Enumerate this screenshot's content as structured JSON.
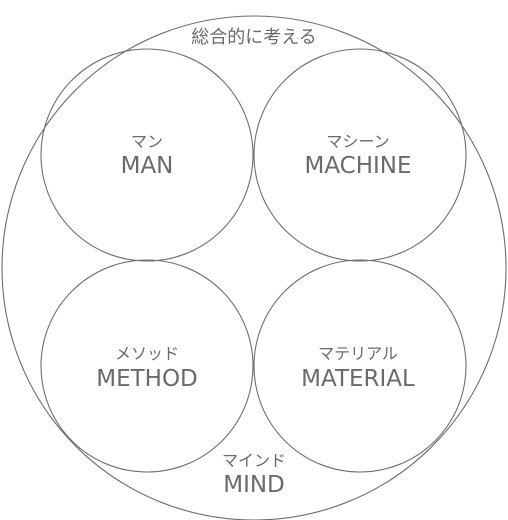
{
  "diagram": {
    "outer_label": "総合的に考える",
    "nodes": {
      "man": {
        "jp": "マン",
        "en": "MAN"
      },
      "machine": {
        "jp": "マシーン",
        "en": "MACHINE"
      },
      "method": {
        "jp": "メソッド",
        "en": "METHOD"
      },
      "material": {
        "jp": "マテリアル",
        "en": "MATERIAL"
      },
      "mind": {
        "jp": "マインド",
        "en": "MIND"
      }
    }
  }
}
